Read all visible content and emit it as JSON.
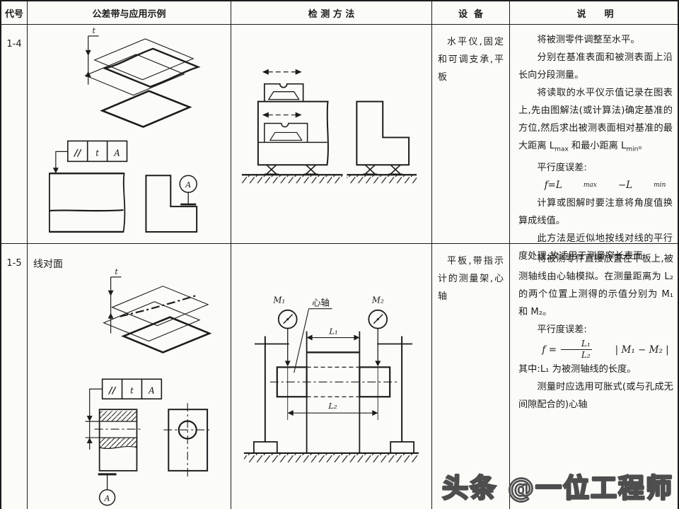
{
  "header": {
    "col_code": "代号",
    "col_tolerance": "公差带与应用示例",
    "col_method": "检 测 方 法",
    "col_equipment": "设  备",
    "col_notes": "说　　明"
  },
  "rows": [
    {
      "code": "1-4",
      "equipment": "水平仪,固定和可调支承,平板",
      "notes": {
        "p1": "将被测零件调整至水平。",
        "p2": "分别在基准表面和被测表面上沿长向分段测量。",
        "p3a": "将读取的水平仪示值记录在图表上,先由图解法(或计算法)确定基准的方位,然后求出被测表面相对基准的最大距离 L",
        "p3a_sub": "max",
        "p3b": " 和最小距离 L",
        "p3b_sub": "min",
        "p3c": "。",
        "p4": "平行度误差:",
        "f_a": "f=L",
        "f_a_sub": "max",
        "f_b": "−L",
        "f_b_sub": "min",
        "p5": "计算或图解时要注意将角度值换算成线值。",
        "p6": "此方法是近似地按线对线的平行度处理,故适用于测量窄长表面"
      }
    },
    {
      "code": "1-5",
      "label": "线对面",
      "equipment": "平板,带指示计的测量架,心轴",
      "notes": {
        "p1": "将被测零件直接放置在平板上,被测轴线由心轴模拟。在测量距离为 L₂ 的两个位置上测得的示值分别为 M₁ 和 M₂。",
        "p2": "平行度误差:",
        "f_lhs": "f =",
        "f_num": "L₁",
        "f_den": "L₂",
        "f_rhs": "| M₁ − M₂ |",
        "p3": "其中:L₁ 为被测轴线的长度。",
        "p4": "测量时应选用可胀式(或与孔成无间隙配合的)心轴"
      }
    }
  ],
  "drawings": {
    "t": "t",
    "parallel": "//",
    "datum": "A",
    "m1": "M₁",
    "m2": "M₂",
    "l1": "L₁",
    "l2": "L₂",
    "mandrel_label": "心轴"
  },
  "watermark": "头条 @一位工程师",
  "colors": {
    "ink": "#1c1c1c",
    "paper": "#fbfbf8",
    "watermark_outline": "#4e4e4e"
  }
}
